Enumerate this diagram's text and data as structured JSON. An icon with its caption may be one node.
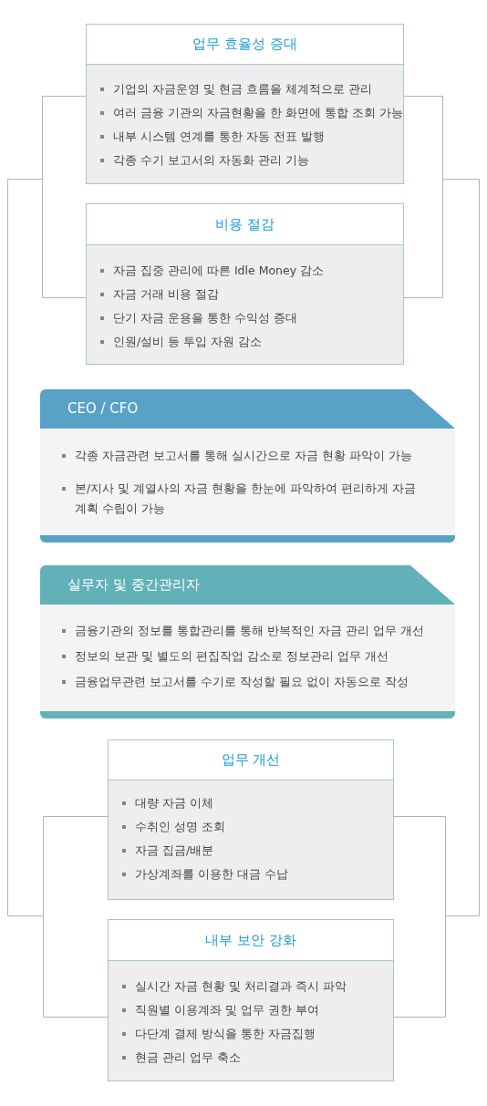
{
  "diagram": {
    "nodes": [
      {
        "text": [
          "업무 효율성 증대",
          "기업의 자금운영 및 현금 흐름을 체계적으로 관리",
          "여러 금융 기관의 자금현황을 한 화면에 통합 조회 가능",
          "내부 시스템 연계를 통한 자동 전표 발행",
          "각종 수기 보고서의 자동화 관리 기능"
        ]
      },
      {
        "text": [
          "비용 절감",
          "자금 집중 관리에 따른 Idle Money 감소",
          "자금 거래 비용 절감",
          "단기 자금 운용을 통한 수익성 증대",
          "인원/설비 등 투입 자원 감소"
        ]
      },
      {
        "text": [
          "CEO / CFO",
          "각종 자금관련 보고서를 통해 실시간으로 자금 현황 파악이 가능",
          "본/지사 및 계열사의 자금 현황을 한눈에 파악하여 편리하게 자금 계획 수립이 가능"
        ]
      },
      {
        "text": [
          "실무자 및 중간관리자",
          "금융기관의 정보를 통합관리를 통해 반복적인 자금 관리 업무 개선",
          "정보의 보관 및 별도의 편집작업 감소로 정보관리 업무 개선",
          "금융업무관련 보고서를 수기로 작성할 필요 없이 자동으로 작성"
        ]
      },
      {
        "text": [
          "업무 개선",
          "대량 자금 이체",
          "수취인 성명 조회",
          "자금 집금/배분",
          "가상계좌를 이용한 대금 수납"
        ]
      },
      {
        "text": [
          "내부 보안 강화",
          "실시간 자금 현황 및 처리결과 즉시 파악",
          "직원별 이용계좌 및 업무 권한 부여",
          "다단계 결제 방식을 통한 자금집행",
          "현금 관리 업무 축소"
        ]
      }
    ],
    "edges": [
      {
        "from": 0,
        "to": 1,
        "arrow": "none"
      },
      {
        "from": 0,
        "to": 1,
        "arrow": "none"
      },
      {
        "from": 4,
        "to": 5,
        "arrow": "none"
      },
      {
        "from": 4,
        "to": 5,
        "arrow": "none"
      }
    ]
  }
}
